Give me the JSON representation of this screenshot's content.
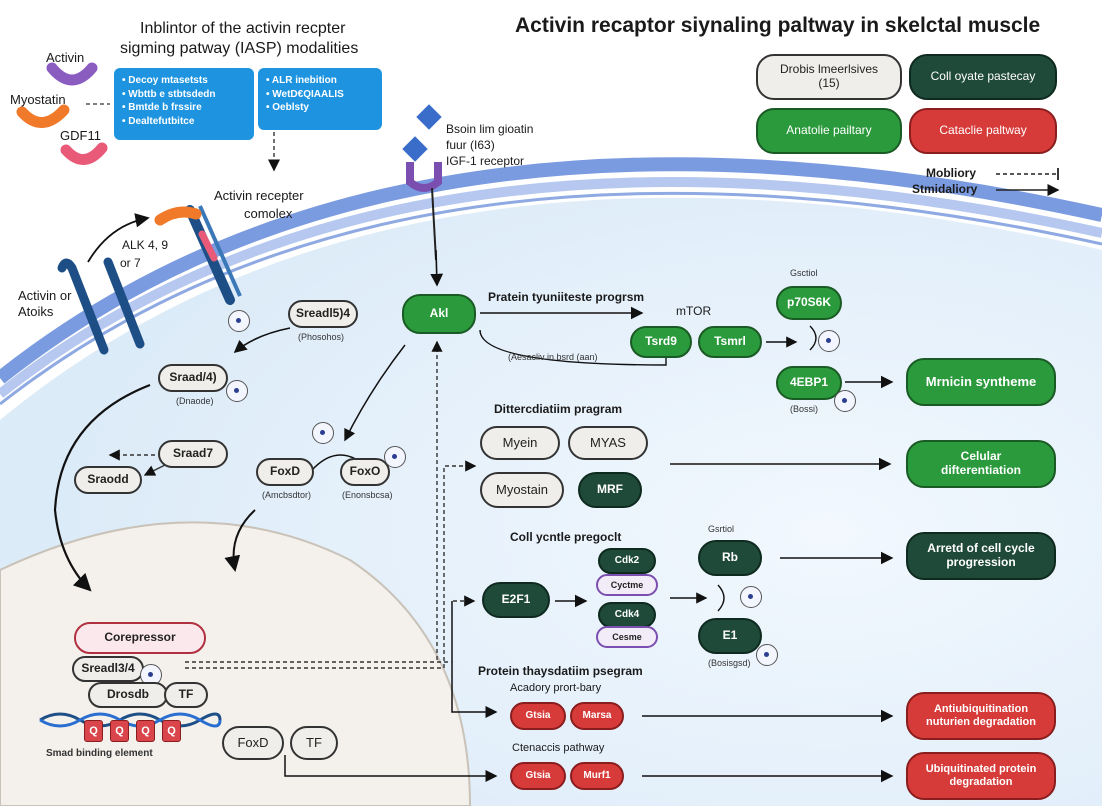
{
  "title": "Activin recaptor siynaling paltway in skelctal muscle",
  "iasp": {
    "title_line1": "Inblintor of the activin recpter",
    "title_line2": "sigming patway (IASP) modalities",
    "box1_lines": [
      "• Decoy mtasetsts",
      "• Wbttb e stbtsdedn",
      "• Bmtde b frssire",
      "• Dealtefutbitce"
    ],
    "box2_lines": [
      "• ALR inebition",
      "• WetD€QIAALIS",
      "• Oeblsty"
    ]
  },
  "ligands": {
    "activin": "Activin",
    "myostatin": "Myostatin",
    "gdf11": "GDF11"
  },
  "receptor": {
    "complex_label_line1": "Activin recepter",
    "complex_label_line2": "comolex",
    "alk_line1": "ALK 4, 9",
    "alk_line2": "or 7",
    "activin_or_line1": "Activin or",
    "activin_or_line2": "Atoiks",
    "igf_line1": "Bsoin lim gioatin",
    "igf_line2": "fuur (I63)",
    "igf_line3": "IGF-1 receptor"
  },
  "legend": {
    "items": [
      {
        "label": "Drobis lmeerlsives\n(15)",
        "style": "light"
      },
      {
        "label": "Coll oyate pastecay",
        "style": "dkgreen"
      },
      {
        "label": "Anatolie pailtary",
        "style": "green"
      },
      {
        "label": "Cataclie paltway",
        "style": "red"
      }
    ],
    "inhibitory": "Mobliory",
    "stimulatory": "Stmidaliory"
  },
  "left_nodes": {
    "smad_a": "Sreadl5)4",
    "smad_a_cap": "(Phosohos)",
    "smad_b": "Sraad/4)",
    "smad_b_cap": "(Dnaode)",
    "smad_c": "Sraad7",
    "smad_d": "Sraodd"
  },
  "akt": {
    "label": "Akl"
  },
  "foxo": {
    "a": "FoxD",
    "a_cap": "(Amcbsdtor)",
    "b": "FoxO",
    "b_cap": "(Enonsbcsa)"
  },
  "protein_synthesis": {
    "heading": "Pratein tyuniiteste progrsm",
    "mtor": "mTOR",
    "feedback": "(Aesacliv in bsrd (aan)",
    "tsc1": "Tsrd9",
    "tsc2": "Tsmrl"
  },
  "mtor_out": {
    "central": "Gsctiol",
    "p70": "p70S6K",
    "fourebp": "4EBP1",
    "fourebp_cap": "(Bossi)",
    "outcome": "Mrnicin syntheme"
  },
  "differentiation": {
    "heading": "Dittercdiatiim pragram",
    "myogenin": "Myein",
    "myod": "MYAS",
    "myostatin": "Myostain",
    "mrf": "MRF",
    "outcome": "Celular\ndifterentiation"
  },
  "cell_cycle": {
    "heading": "Coll ycntle pregoclt",
    "e2f": "E2F1",
    "cdk_a": "Cdk2",
    "cyc_a": "Cyctme",
    "cdk_b": "Cdk4",
    "cyc_b": "Cesme",
    "central": "Gsrtiol",
    "rb": "Rb",
    "e1": "E1",
    "e1_cap": "(Bosisgsd)",
    "outcome": "Arretd of cell cycle\nprogression"
  },
  "protein_degradation": {
    "heading": "Protein thaysdatiim psegram",
    "anabolic_sub": "Acadory prort-bary",
    "catabolic_sub": "Ctenaccis pathway",
    "atrogin_a": "Gtsia",
    "murf_a": "Marsa",
    "atrogin_b": "Gtsia",
    "murf_b": "Murf1",
    "outcome_a": "Antiubiquitination\nnuturien degradation",
    "outcome_b": "Ubiquitinated protein\ndegradation"
  },
  "nucleus": {
    "corepressor": "Corepressor",
    "smad_complex": "Sreadl3/4",
    "foxo": "Drosdb",
    "tf": "TF",
    "foxd2": "FoxD",
    "tf2": "TF",
    "sbe_boxes": [
      "Q",
      "Q",
      "Q",
      "Q"
    ],
    "sbe_label": "Smad binding element"
  },
  "colors": {
    "membrane": "#7b9be0",
    "membrane_inner": "#b6c8f0",
    "cytoplasm": "#e7f2fc",
    "dark_green": "#1f4a3a",
    "green": "#2a9a3c",
    "red": "#d63b3a",
    "blue": "#1e94e0"
  }
}
